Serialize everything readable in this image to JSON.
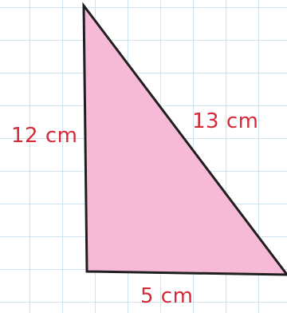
{
  "colors": {
    "fill": "#f6bad6",
    "stroke": "#1f1f1f",
    "label": "#d42a3a",
    "grid": "#cfe3f0"
  },
  "labels": {
    "left_side": "12 cm",
    "hypotenuse": "13 cm",
    "base": "5 cm"
  }
}
